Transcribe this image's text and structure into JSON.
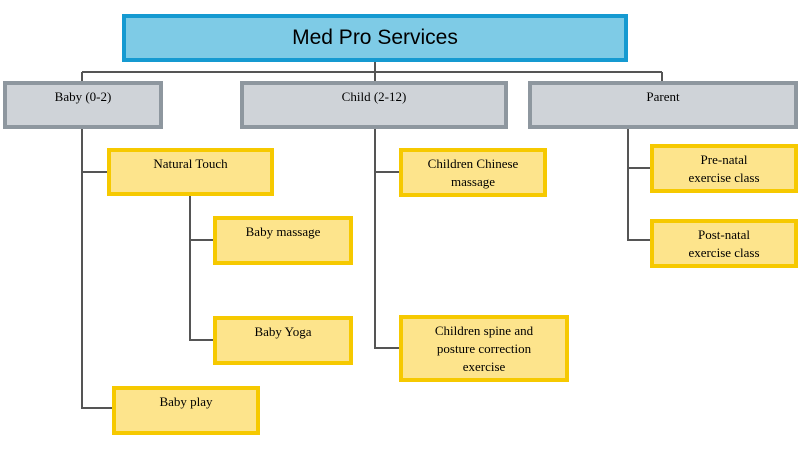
{
  "title": "Med Pro Services",
  "colors": {
    "root_fill": "#7ecbe6",
    "root_border": "#159ad1",
    "category_fill": "#cfd3d8",
    "category_border": "#8e979f",
    "leaf_fill": "#fde48c",
    "leaf_border": "#f6c900",
    "connector": "#555555"
  },
  "categories": [
    {
      "label": "Baby (0-2)",
      "children": [
        {
          "label": "Natural Touch",
          "children": [
            {
              "label": "Baby massage"
            },
            {
              "label": "Baby Yoga"
            }
          ]
        },
        {
          "label": "Baby play"
        }
      ]
    },
    {
      "label": "Child (2-12)",
      "children": [
        {
          "label": "Children Chinese\nmassage"
        },
        {
          "label": "Children spine and\nposture correction\nexercise"
        }
      ]
    },
    {
      "label": "Parent",
      "children": [
        {
          "label": "Pre-natal\nexercise class"
        },
        {
          "label": "Post-natal\nexercise class"
        }
      ]
    }
  ]
}
